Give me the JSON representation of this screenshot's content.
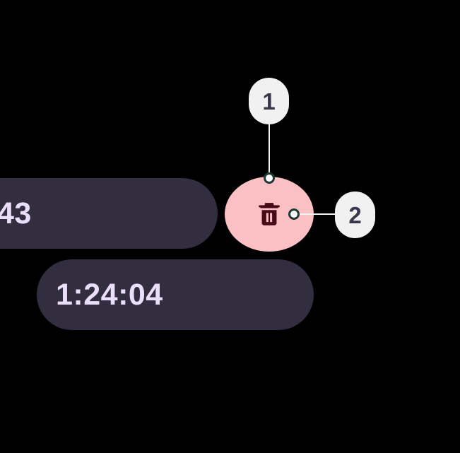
{
  "background_color": "#000000",
  "pills": [
    {
      "name": "duration-total",
      "value": "43",
      "note": "clipped at left edge of screenshot",
      "background": "#322E3F",
      "text_color": "#EADEFB"
    },
    {
      "name": "duration-elapsed",
      "value": "1:24:04",
      "background": "#322E3F",
      "text_color": "#EADEFB"
    }
  ],
  "delete_action": {
    "icon": "trash-icon",
    "circle_color": "#FBC0C4",
    "icon_color": "#490A18"
  },
  "annotations": [
    {
      "label": "1",
      "target": "delete-action-top",
      "badge_color": "#F1F1F1",
      "text_color": "#3B364C"
    },
    {
      "label": "2",
      "target": "delete-action-right",
      "badge_color": "#F1F1F1",
      "text_color": "#3B364C"
    }
  ],
  "connector": {
    "line_color": "#F2F2F2",
    "dot_fill": "#FFFFFF",
    "dot_border": "#1E3A36"
  }
}
